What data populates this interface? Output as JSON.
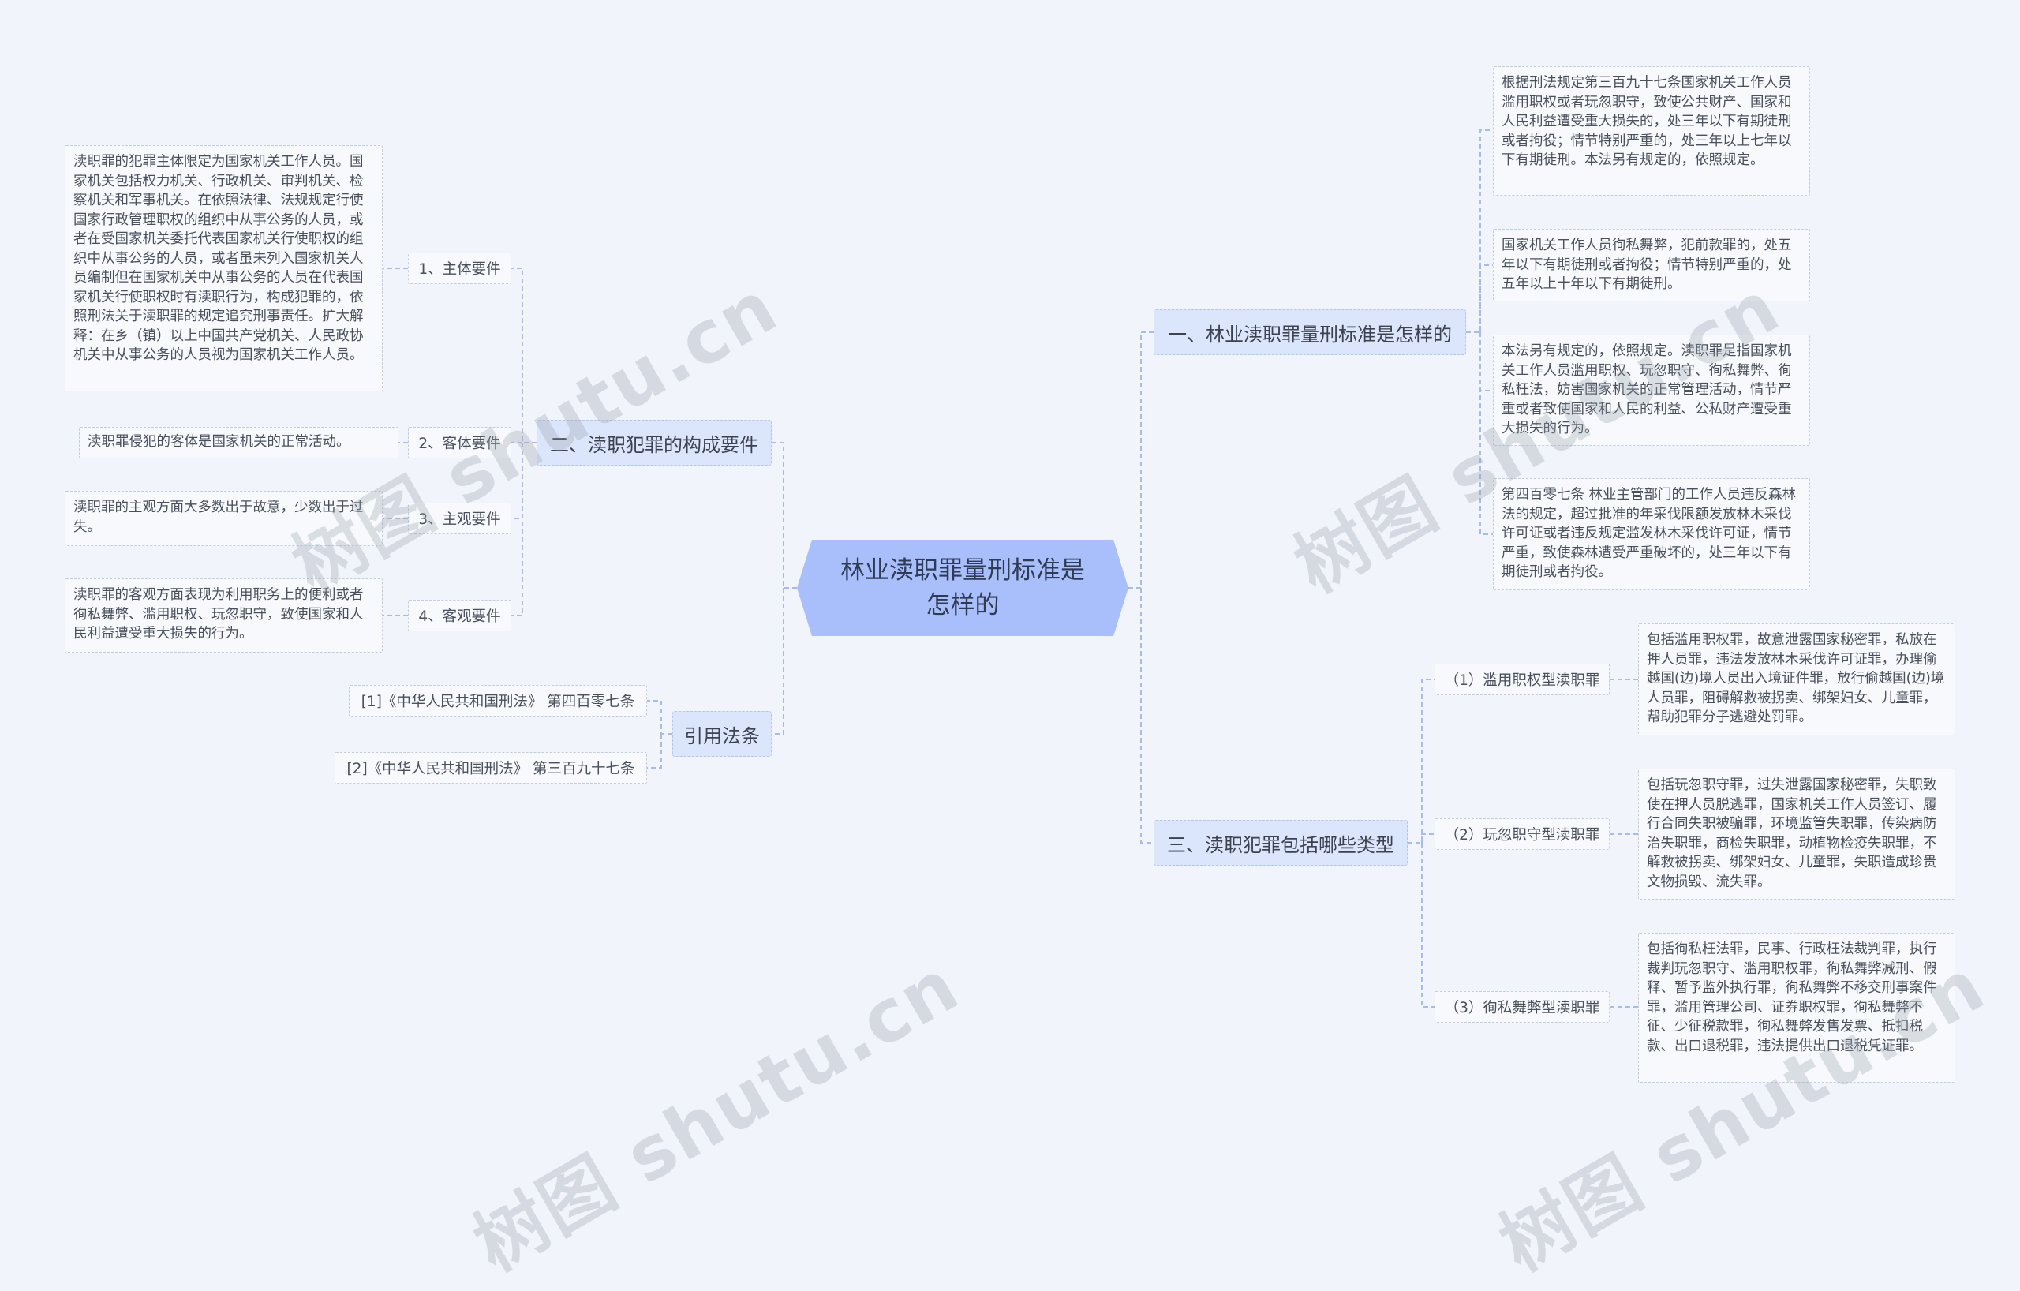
{
  "root": {
    "title": "林业渎职罪量刑标准是怎样的"
  },
  "left": {
    "section2": {
      "label": "二、渎职犯罪的构成要件",
      "items": [
        {
          "label": "1、主体要件",
          "text": "渎职罪的犯罪主体限定为国家机关工作人员。国家机关包括权力机关、行政机关、审判机关、检察机关和军事机关。在依照法律、法规规定行使国家行政管理职权的组织中从事公务的人员，或者在受国家机关委托代表国家机关行使职权的组织中从事公务的人员，或者虽未列入国家机关人员编制但在国家机关中从事公务的人员在代表国家机关行使职权时有渎职行为，构成犯罪的，依照刑法关于渎职罪的规定追究刑事责任。扩大解释：在乡（镇）以上中国共产党机关、人民政协机关中从事公务的人员视为国家机关工作人员。"
        },
        {
          "label": "2、客体要件",
          "text": "渎职罪侵犯的客体是国家机关的正常活动。"
        },
        {
          "label": "3、主观要件",
          "text": "渎职罪的主观方面大多数出于故意，少数出于过失。"
        },
        {
          "label": "4、客观要件",
          "text": "渎职罪的客观方面表现为利用职务上的便利或者徇私舞弊、滥用职权、玩忽职守，致使国家和人民利益遭受重大损失的行为。"
        }
      ]
    },
    "citations": {
      "label": "引用法条",
      "items": [
        "[1]《中华人民共和国刑法》 第四百零七条",
        "[2]《中华人民共和国刑法》 第三百九十七条"
      ]
    }
  },
  "right": {
    "section1": {
      "label": "一、林业渎职罪量刑标准是怎样的",
      "items": [
        "根据刑法规定第三百九十七条国家机关工作人员滥用职权或者玩忽职守，致使公共财产、国家和人民利益遭受重大损失的，处三年以下有期徒刑或者拘役；情节特别严重的，处三年以上七年以下有期徒刑。本法另有规定的，依照规定。",
        "国家机关工作人员徇私舞弊，犯前款罪的，处五年以下有期徒刑或者拘役；情节特别严重的，处五年以上十年以下有期徒刑。",
        "本法另有规定的，依照规定。渎职罪是指国家机关工作人员滥用职权、玩忽职守、徇私舞弊、徇私枉法，妨害国家机关的正常管理活动，情节严重或者致使国家和人民的利益、公私财产遭受重大损失的行为。",
        "第四百零七条 林业主管部门的工作人员违反森林法的规定，超过批准的年采伐限额发放林木采伐许可证或者违反规定滥发林木采伐许可证，情节严重，致使森林遭受严重破坏的，处三年以下有期徒刑或者拘役。"
      ]
    },
    "section3": {
      "label": "三、渎职犯罪包括哪些类型",
      "items": [
        {
          "label": "（1）滥用职权型渎职罪",
          "text": "包括滥用职权罪，故意泄露国家秘密罪，私放在押人员罪，违法发放林木采伐许可证罪，办理偷越国(边)境人员出入境证件罪，放行偷越国(边)境人员罪，阻碍解救被拐卖、绑架妇女、儿童罪，帮助犯罪分子逃避处罚罪。"
        },
        {
          "label": "（2）玩忽职守型渎职罪",
          "text": "包括玩忽职守罪，过失泄露国家秘密罪，失职致使在押人员脱逃罪，国家机关工作人员签订、履行合同失职被骗罪，环境监管失职罪，传染病防治失职罪，商检失职罪，动植物检疫失职罪，不解救被拐卖、绑架妇女、儿童罪，失职造成珍贵文物损毁、流失罪。"
        },
        {
          "label": "（3）徇私舞弊型渎职罪",
          "text": "包括徇私枉法罪，民事、行政枉法裁判罪，执行裁判玩忽职守、滥用职权罪，徇私舞弊减刑、假释、暂予监外执行罪，徇私舞弊不移交刑事案件罪，滥用管理公司、证券职权罪，徇私舞弊不征、少征税款罪，徇私舞弊发售发票、抵扣税款、出口退税罪，违法提供出口退税凭证罪。"
        }
      ]
    }
  },
  "watermark": {
    "text": "树图 shutu.cn"
  },
  "colors": {
    "background": "#f1f4fb",
    "root": "#a9bffb",
    "branch": "#dbe5fb",
    "line": "#a9bce6"
  }
}
